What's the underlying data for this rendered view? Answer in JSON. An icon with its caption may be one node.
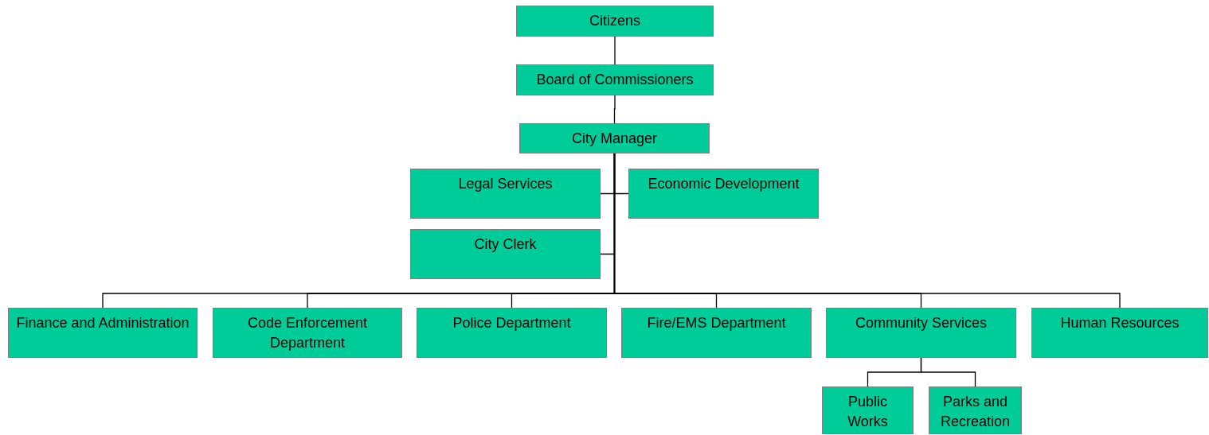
{
  "diagram": {
    "nodes": [
      {
        "text": [
          "Citizens"
        ]
      },
      {
        "text": [
          "Board of Commissioners"
        ]
      },
      {
        "text": [
          "City Manager"
        ]
      },
      {
        "text": [
          "Legal Services"
        ]
      },
      {
        "text": [
          "Economic Development"
        ]
      },
      {
        "text": [
          "City Clerk"
        ]
      },
      {
        "text": [
          "Finance and Administration"
        ]
      },
      {
        "text": [
          "Code Enforcement Department"
        ]
      },
      {
        "text": [
          "Police Department"
        ]
      },
      {
        "text": [
          "Fire/EMS Department"
        ]
      },
      {
        "text": [
          "Community Services"
        ]
      },
      {
        "text": [
          "Human Resources"
        ]
      },
      {
        "text": [
          "Public Works"
        ]
      },
      {
        "text": [
          "Parks and Recreation"
        ]
      }
    ],
    "edges": [
      {
        "from": 0,
        "to": 1,
        "arrow": "none"
      },
      {
        "from": 1,
        "to": 2,
        "arrow": "none"
      },
      {
        "from": 2,
        "to": 3,
        "arrow": "none"
      },
      {
        "from": 2,
        "to": 4,
        "arrow": "none"
      },
      {
        "from": 2,
        "to": 5,
        "arrow": "none"
      },
      {
        "from": 2,
        "to": 6,
        "arrow": "none"
      },
      {
        "from": 2,
        "to": 7,
        "arrow": "none"
      },
      {
        "from": 2,
        "to": 8,
        "arrow": "none"
      },
      {
        "from": 2,
        "to": 9,
        "arrow": "none"
      },
      {
        "from": 2,
        "to": 10,
        "arrow": "none"
      },
      {
        "from": 2,
        "to": 11,
        "arrow": "none"
      },
      {
        "from": 10,
        "to": 12,
        "arrow": "none"
      },
      {
        "from": 10,
        "to": 13,
        "arrow": "none"
      }
    ]
  }
}
